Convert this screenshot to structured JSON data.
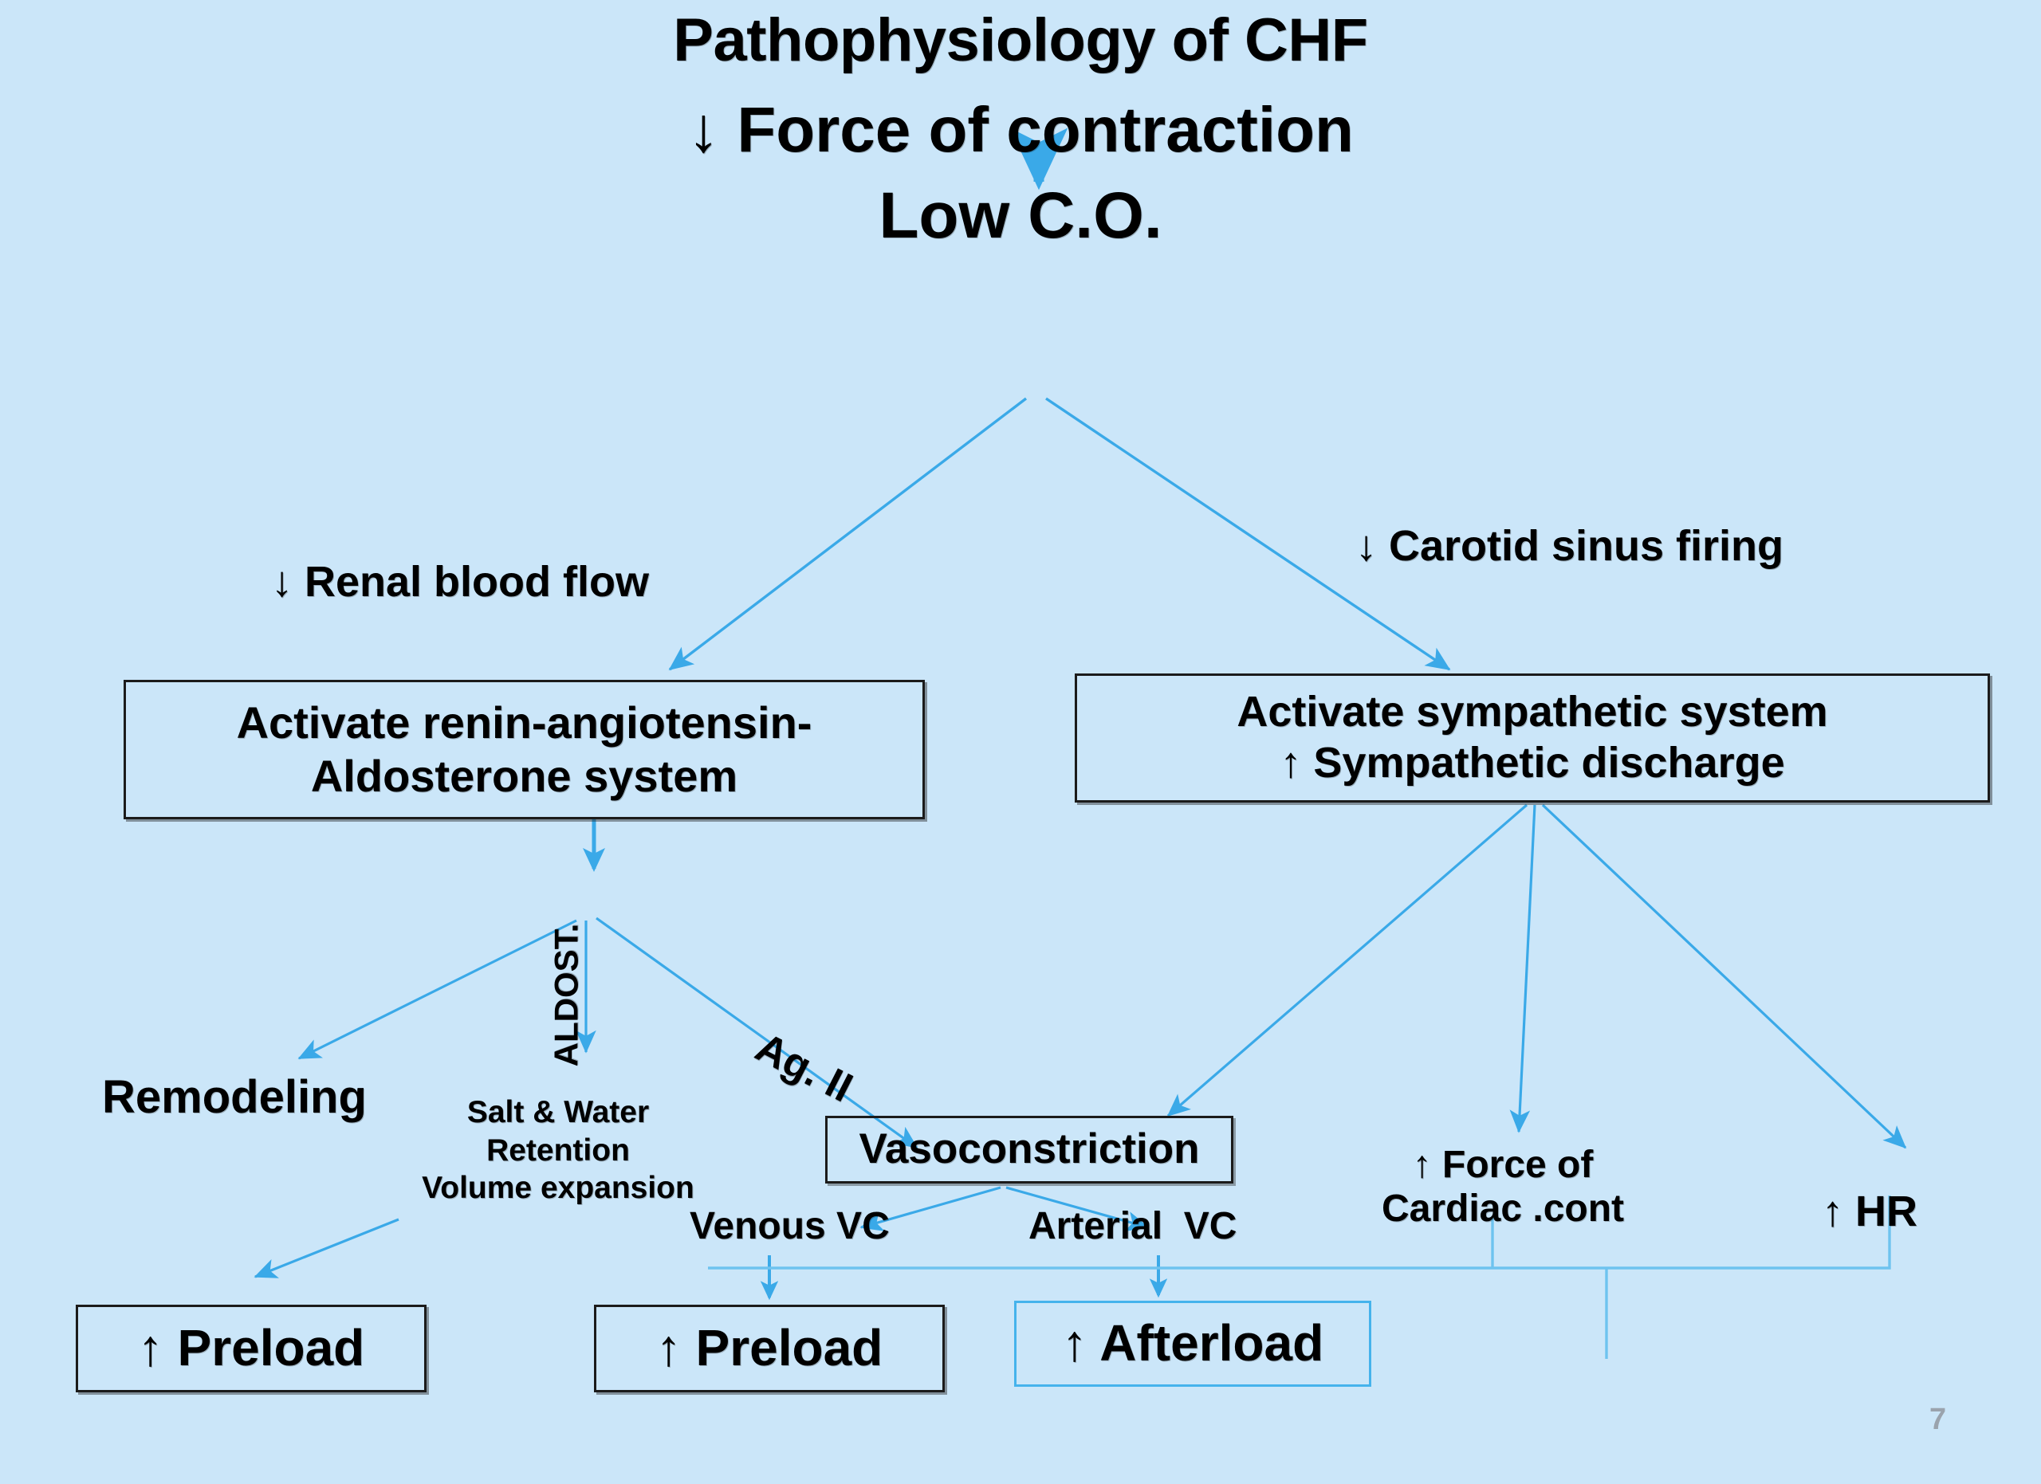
{
  "slide": {
    "title": "Pathophysiology of CHF",
    "page_number": "7",
    "background_color": "#cbe6f9",
    "arrow_color": "#3aa9e8",
    "box_border_color": "#1b1b1b",
    "highlight_border_color": "#45b3ec"
  },
  "nodes": {
    "force_of_contraction": "↓ Force of contraction",
    "low_co": "Low C.O.",
    "renal_blood_flow": "↓ Renal blood flow",
    "carotid_sinus_firing": "↓ Carotid sinus firing",
    "activate_raas": "Activate renin-angiotensin-\nAldosterone system",
    "activate_sympathetic": "Activate sympathetic system\n↑ Sympathetic discharge",
    "remodeling": "Remodeling",
    "salt_water_retention": "Salt & Water\nRetention\nVolume expansion",
    "vasoconstriction": "Vasoconstriction",
    "venous_vc": "Venous VC",
    "arterial_vc": "Arterial  VC",
    "force_cardiac_cont": "↑ Force of\nCardiac .cont",
    "hr": "↑ HR",
    "preload_left": "↑ Preload",
    "preload_middle": "↑ Preload",
    "afterload": "↑ Afterload"
  },
  "edge_labels": {
    "aldosterone": "ALDOST.",
    "angiotensin_ii": "Ag. II"
  },
  "chart_data": {
    "type": "diagram",
    "title": "Pathophysiology of CHF",
    "nodes": [
      {
        "id": "force",
        "label": "↓ Force of contraction",
        "shape": "text"
      },
      {
        "id": "lowco",
        "label": "Low C.O.",
        "shape": "text"
      },
      {
        "id": "renal",
        "label": "↓ Renal blood flow",
        "shape": "text"
      },
      {
        "id": "carotid",
        "label": "↓ Carotid sinus firing",
        "shape": "text"
      },
      {
        "id": "raas",
        "label": "Activate renin-angiotensin-Aldosterone system",
        "shape": "box"
      },
      {
        "id": "symp",
        "label": "Activate sympathetic system ↑ Sympathetic discharge",
        "shape": "box"
      },
      {
        "id": "remodeling",
        "label": "Remodeling",
        "shape": "text"
      },
      {
        "id": "saltwater",
        "label": "Salt & Water Retention Volume expansion",
        "shape": "text"
      },
      {
        "id": "vaso",
        "label": "Vasoconstriction",
        "shape": "box"
      },
      {
        "id": "venousvc",
        "label": "Venous VC",
        "shape": "text"
      },
      {
        "id": "arterialvc",
        "label": "Arterial  VC",
        "shape": "text"
      },
      {
        "id": "forcecardiac",
        "label": "↑ Force of Cardiac .cont",
        "shape": "text"
      },
      {
        "id": "hr",
        "label": "↑ HR",
        "shape": "text"
      },
      {
        "id": "preload1",
        "label": "↑ Preload",
        "shape": "box"
      },
      {
        "id": "preload2",
        "label": "↑ Preload",
        "shape": "box"
      },
      {
        "id": "afterload",
        "label": "↑ Afterload",
        "shape": "box"
      }
    ],
    "edges": [
      {
        "from": "force",
        "to": "lowco",
        "label": ""
      },
      {
        "from": "lowco",
        "to": "raas",
        "label": "↓ Renal blood flow"
      },
      {
        "from": "lowco",
        "to": "symp",
        "label": "↓ Carotid sinus firing"
      },
      {
        "from": "raas",
        "to": "remodeling",
        "label": ""
      },
      {
        "from": "raas",
        "to": "saltwater",
        "label": "ALDOST."
      },
      {
        "from": "raas",
        "to": "vaso",
        "label": "Ag. II"
      },
      {
        "from": "symp",
        "to": "vaso",
        "label": ""
      },
      {
        "from": "symp",
        "to": "forcecardiac",
        "label": ""
      },
      {
        "from": "symp",
        "to": "hr",
        "label": ""
      },
      {
        "from": "vaso",
        "to": "venousvc",
        "label": ""
      },
      {
        "from": "vaso",
        "to": "arterialvc",
        "label": ""
      },
      {
        "from": "saltwater",
        "to": "preload1",
        "label": ""
      },
      {
        "from": "venousvc",
        "to": "preload2",
        "label": ""
      },
      {
        "from": "arterialvc",
        "to": "afterload",
        "label": ""
      }
    ]
  }
}
